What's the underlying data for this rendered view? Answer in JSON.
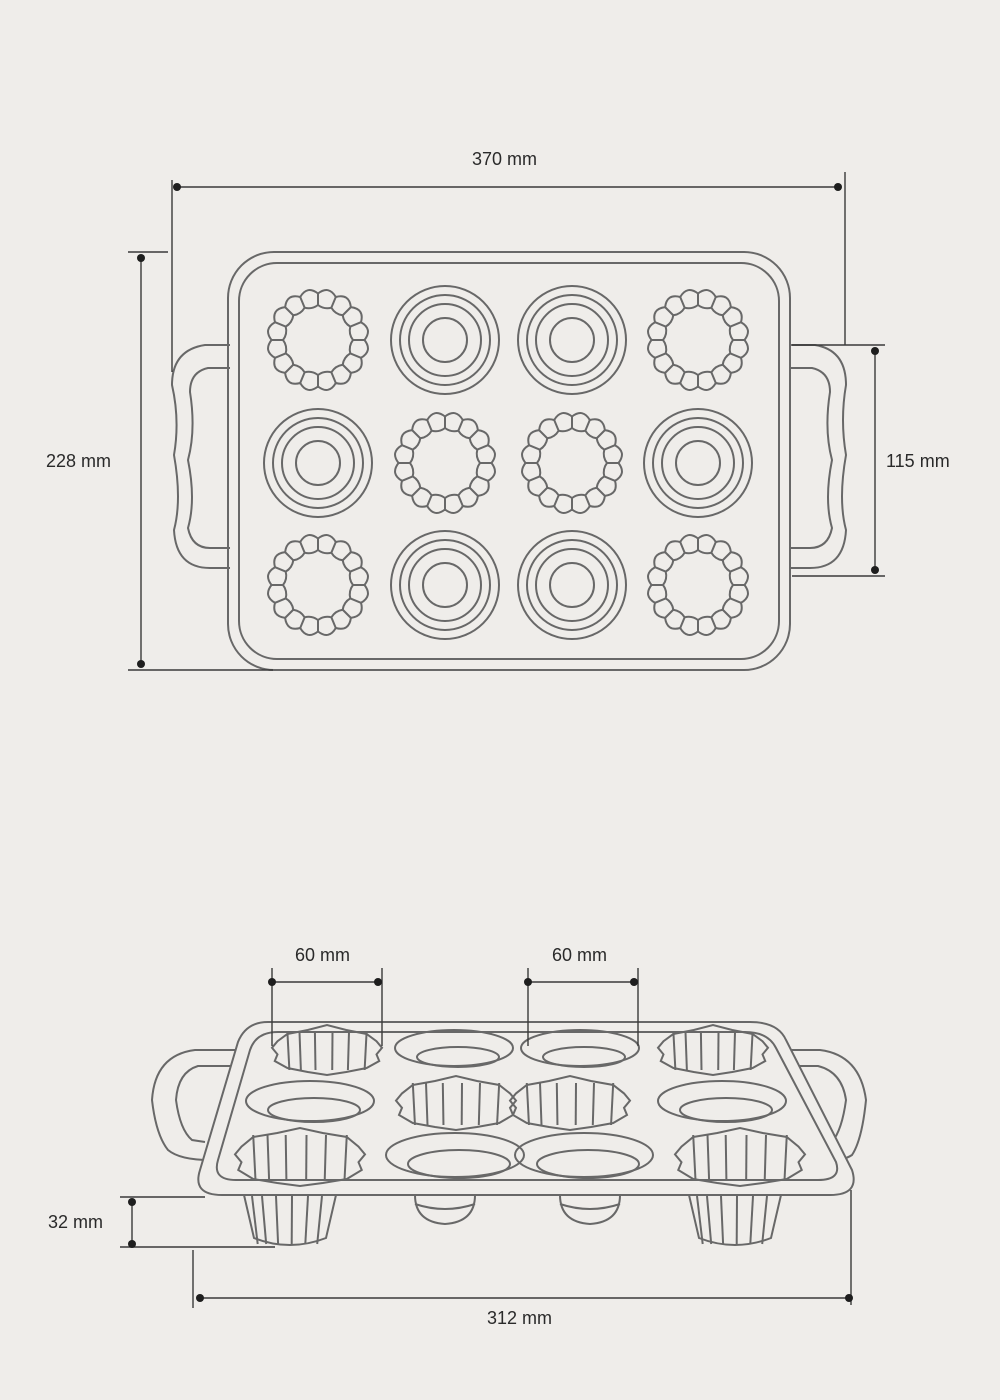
{
  "top_view": {
    "width_label": "370 mm",
    "depth_label": "228 mm",
    "handle_label": "115 mm",
    "cell_pattern": [
      [
        "fluted",
        "ring",
        "ring",
        "fluted"
      ],
      [
        "ring",
        "fluted",
        "fluted",
        "ring"
      ],
      [
        "fluted",
        "ring",
        "ring",
        "fluted"
      ]
    ]
  },
  "side_view": {
    "cell_diameter_label_1": "60 mm",
    "cell_diameter_label_2": "60 mm",
    "height_label": "32 mm",
    "base_width_label": "312 mm"
  },
  "colors": {
    "background": "#efedea",
    "line": "#686868",
    "dimension": "#3a3a3a"
  }
}
